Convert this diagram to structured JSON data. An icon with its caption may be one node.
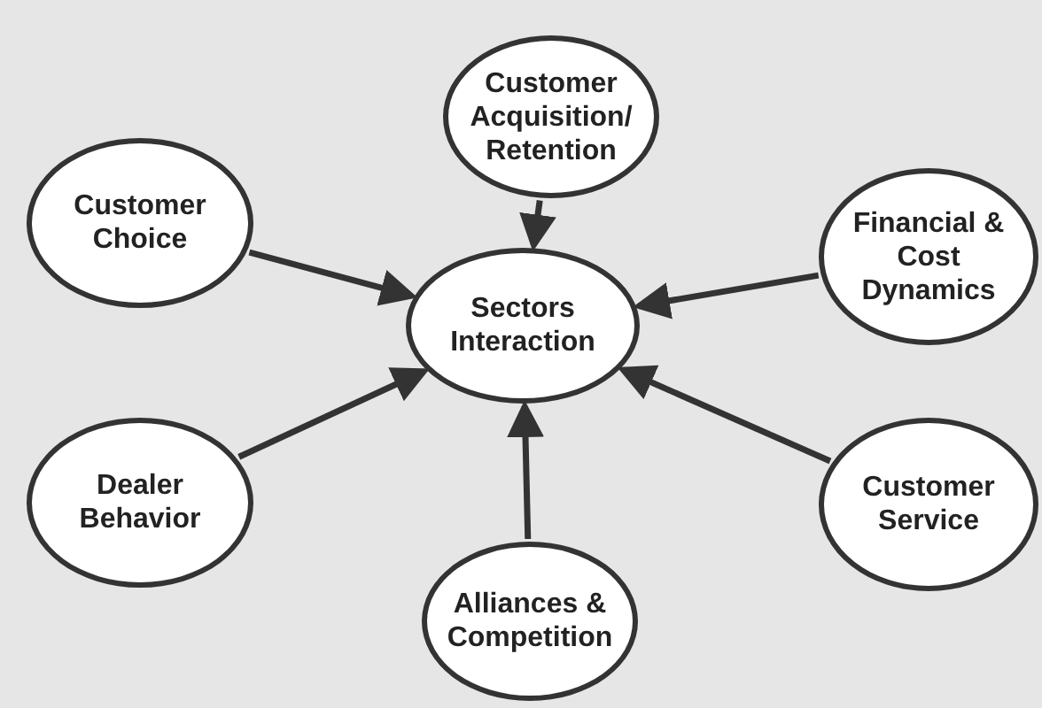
{
  "diagram": {
    "nodes": [
      {
        "text": [
          "Customer Acquisition/ Retention"
        ]
      },
      {
        "text": [
          "Customer Choice"
        ]
      },
      {
        "text": [
          "Financial & Cost Dynamics"
        ]
      },
      {
        "text": [
          "Sectors Interaction"
        ]
      },
      {
        "text": [
          "Dealer Behavior"
        ]
      },
      {
        "text": [
          "Customer Service"
        ]
      },
      {
        "text": [
          "Alliances & Competition"
        ]
      }
    ],
    "edges": [
      {
        "from": 0,
        "to": 3,
        "arrow": "to"
      },
      {
        "from": 1,
        "to": 3,
        "arrow": "to"
      },
      {
        "from": 2,
        "to": 3,
        "arrow": "to"
      },
      {
        "from": 4,
        "to": 3,
        "arrow": "to"
      },
      {
        "from": 5,
        "to": 3,
        "arrow": "to"
      },
      {
        "from": 6,
        "to": 3,
        "arrow": "to"
      }
    ]
  }
}
